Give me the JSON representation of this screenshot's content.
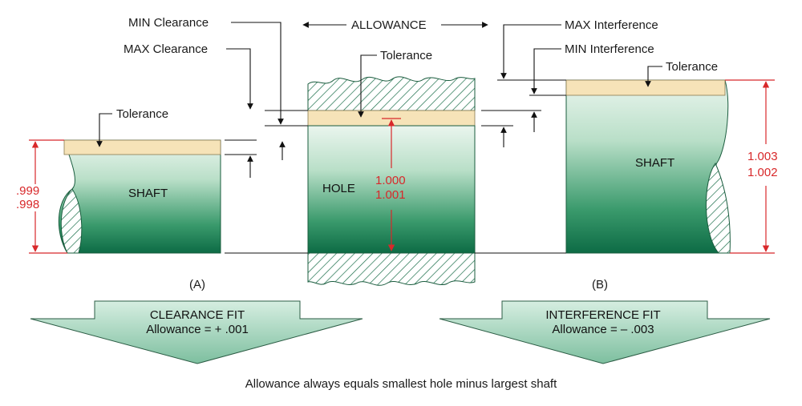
{
  "labels": {
    "min_clearance": "MIN Clearance",
    "max_clearance": "MAX Clearance",
    "allowance": "ALLOWANCE",
    "max_interference": "MAX Interference",
    "min_interference": "MIN Interference",
    "tolerance": "Tolerance",
    "caption": "Allowance always equals smallest hole minus largest shaft"
  },
  "left_shaft": {
    "name": "SHAFT",
    "dim_max": ".999",
    "dim_min": ".998",
    "tag": "(A)"
  },
  "hole": {
    "name": "HOLE",
    "dim_min": "1.000",
    "dim_max": "1.001"
  },
  "right_shaft": {
    "name": "SHAFT",
    "dim_max": "1.003",
    "dim_min": "1.002",
    "tag": "(B)"
  },
  "clearance_fit": {
    "title": "CLEARANCE FIT",
    "allowance": "Allowance = + .001"
  },
  "interference_fit": {
    "title": "INTERFERENCE FIT",
    "allowance": "Allowance = – .003"
  },
  "colors": {
    "tolerance_band": "#f6e3b8",
    "body_light": "#e2f1e8",
    "body_dark": "#0d6b45",
    "arrow_fill": "#a9d6bf",
    "dimension_red": "#d8282a"
  }
}
